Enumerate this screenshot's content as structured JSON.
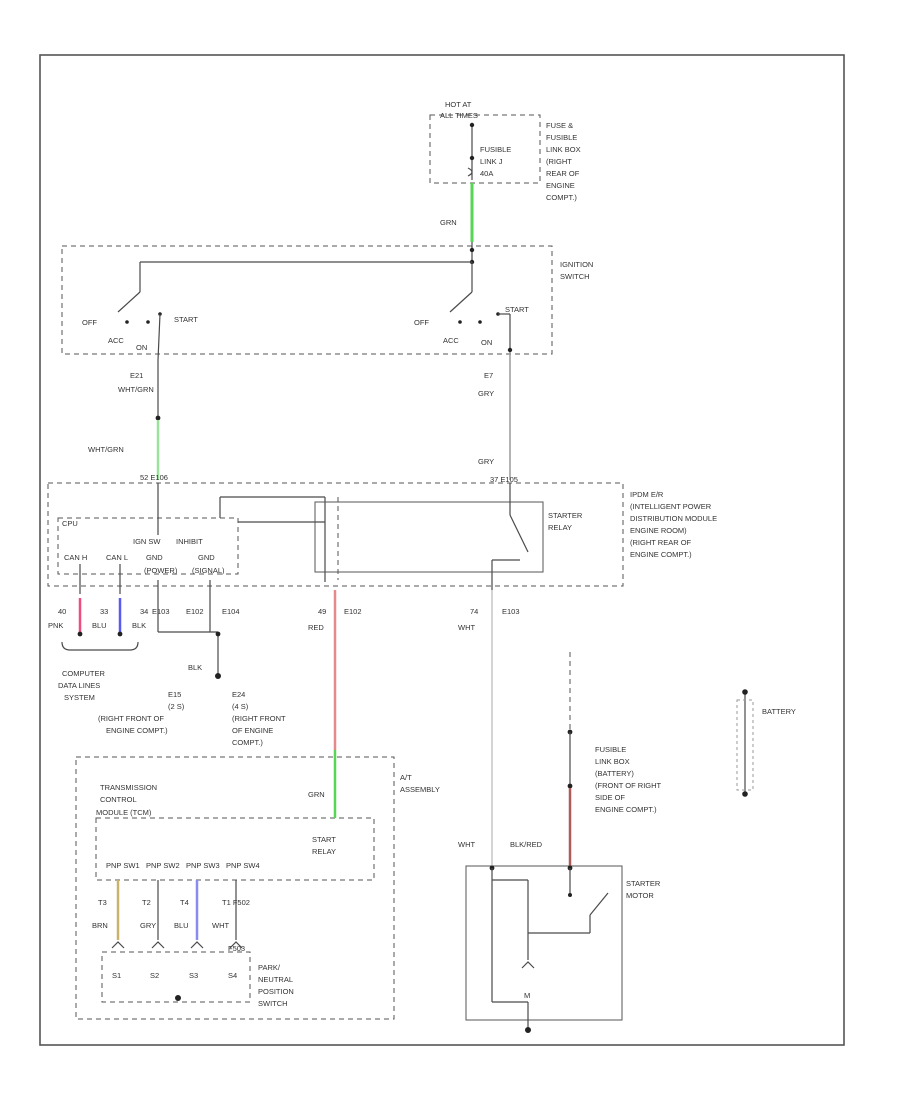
{
  "colors": {
    "green": "#55d655",
    "red": "#e58a8a",
    "pink": "#ee4d7f",
    "blue": "#5a5af0",
    "tan": "#c9b36a",
    "violet": "#8a8af0",
    "dark_red": "#b05a5a"
  },
  "fuse_box": {
    "hot_label_1": "HOT AT",
    "hot_label_2": "ALL TIMES",
    "fuse_1": "FUSIBLE",
    "fuse_2": "LINK J",
    "fuse_3": "40A",
    "name": [
      "FUSE &",
      "FUSIBLE",
      "LINK BOX",
      "(RIGHT",
      "REAR OF",
      "ENGINE",
      "COMPT.)"
    ]
  },
  "ignition": {
    "name": [
      "IGNITION",
      "SWITCH"
    ],
    "off_l": "OFF",
    "start_l": "START",
    "acc_l": "ACC",
    "on_l": "ON",
    "off_r": "OFF",
    "start_r": "START",
    "acc_r": "ACC",
    "on_r": "ON"
  },
  "wires": {
    "grn_top": "GRN",
    "e21": "E21",
    "wht_grn_1": "WHT/GRN",
    "wht_grn_2": "WHT/GRN",
    "e7": "E7",
    "gry_1": "GRY",
    "gry_2": "GRY",
    "pin_left": "52  E106",
    "pin_right": "37  E105",
    "p40": "40",
    "pnk": "PNK",
    "p33": "33",
    "blu": "BLU",
    "p34": "34",
    "blk_h": "BLK",
    "e103_1": "E103",
    "e102_1": "E102",
    "e104": "E104",
    "blk_v": "BLK",
    "p49": "49",
    "e102_2": "E102",
    "red": "RED",
    "p74": "74",
    "e103_2": "E103",
    "wht": "WHT",
    "grn_lower": "GRN"
  },
  "ipdm": {
    "name": [
      "IPDM E/R",
      "(INTELLIGENT POWER",
      "DISTRIBUTION MODULE",
      "ENGINE ROOM)",
      "(RIGHT REAR OF",
      "ENGINE COMPT.)"
    ],
    "cpu": "CPU",
    "ign_sw": "IGN SW",
    "inhibit": "INHIBIT",
    "can_h": "CAN H",
    "can_l": "CAN L",
    "gnd1_a": "GND",
    "gnd1_b": "(POWER)",
    "gnd2_a": "GND",
    "gnd2_b": "(SIGNAL)",
    "relay": [
      "STARTER",
      "RELAY"
    ]
  },
  "can": [
    "COMPUTER",
    "DATA LINES",
    "SYSTEM"
  ],
  "grounds": {
    "e15": [
      "E15",
      "(2 S)",
      "(RIGHT FRONT OF",
      "ENGINE COMPT.)"
    ],
    "e24": [
      "E24",
      "(4 S)",
      "(RIGHT FRONT",
      "OF ENGINE",
      "COMPT.)"
    ]
  },
  "at": {
    "name": [
      "A/T",
      "ASSEMBLY"
    ],
    "tcm": [
      "TRANSMISSION",
      "CONTROL",
      "MODULE (TCM)"
    ],
    "start_relay": [
      "START",
      "RELAY"
    ],
    "pins": [
      "PNP SW1",
      "PNP SW2",
      "PNP SW3",
      "PNP SW4"
    ],
    "t_labels": [
      "T3",
      "T2",
      "T4",
      "T1  F502"
    ],
    "w_labels": [
      "BRN",
      "GRY",
      "BLU",
      "WHT"
    ],
    "f503": "F503",
    "s_labels": [
      "S1",
      "S2",
      "S3",
      "S4"
    ],
    "pnp": [
      "PARK/",
      "NEUTRAL",
      "POSITION",
      "SWITCH"
    ]
  },
  "battery": "BATTERY",
  "fusible_low": [
    "FUSIBLE",
    "LINK BOX",
    "(BATTERY)",
    "(FRONT OF RIGHT",
    "SIDE OF",
    "ENGINE COMPT.)"
  ],
  "motor": {
    "wht": "WHT",
    "blk_red": "BLK/RED",
    "name": [
      "STARTER",
      "MOTOR"
    ],
    "m": "M"
  }
}
